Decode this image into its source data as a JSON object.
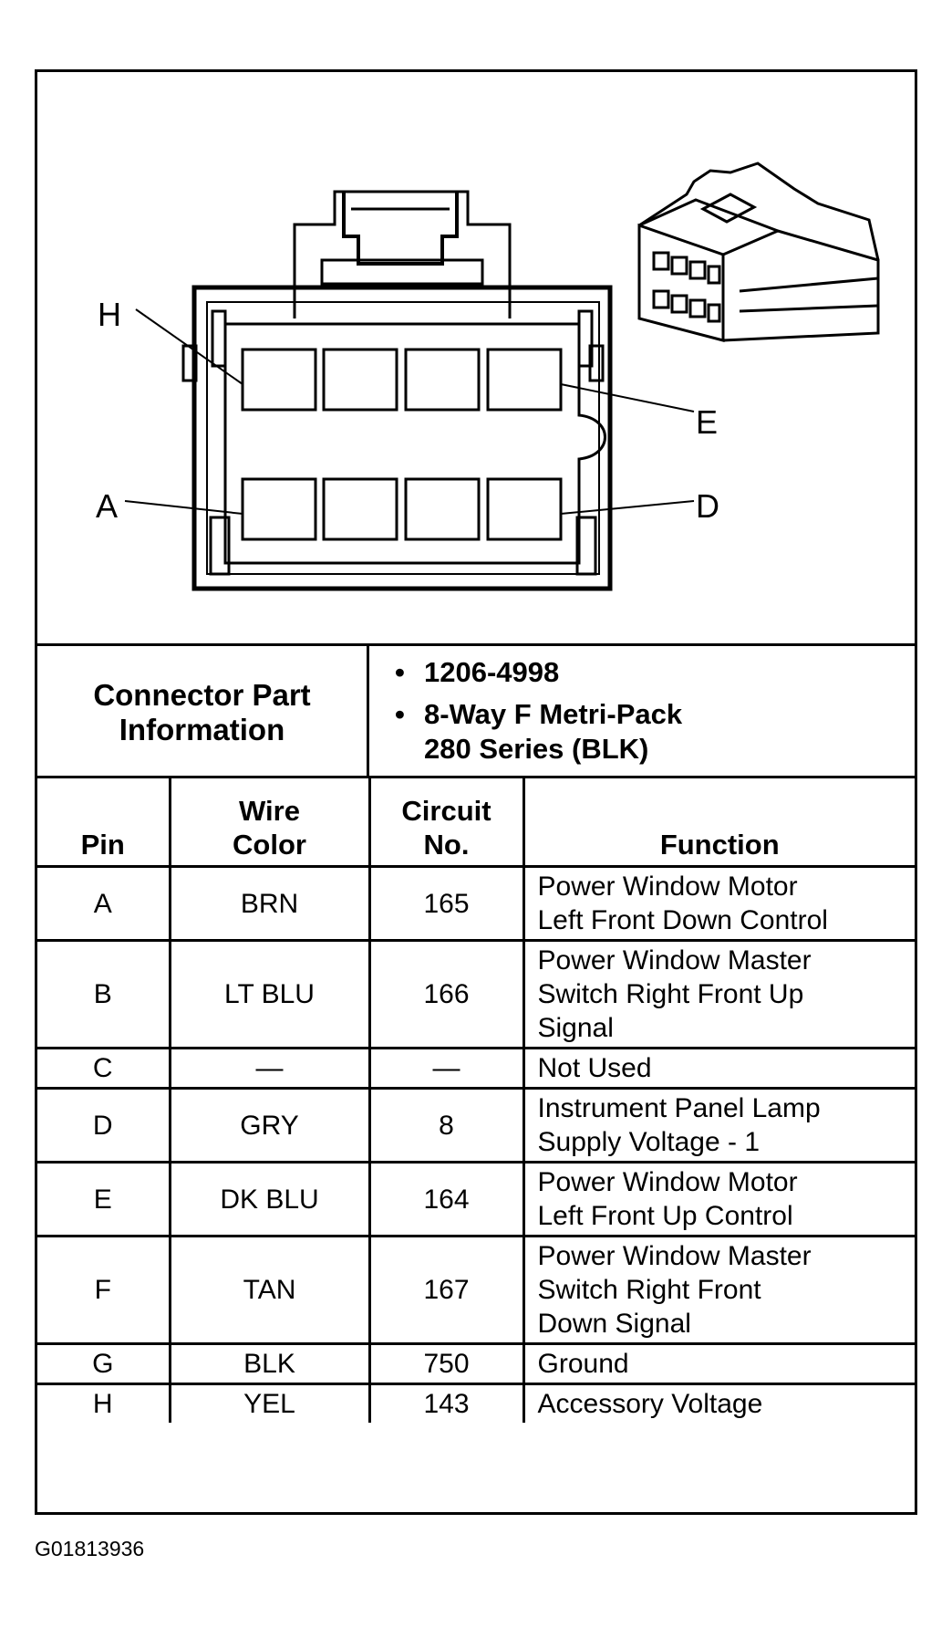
{
  "diagram": {
    "pin_labels": {
      "top_left": "H",
      "top_right": "E",
      "bottom_left": "A",
      "bottom_right": "D"
    }
  },
  "connector_info": {
    "label_line1": "Connector Part",
    "label_line2": "Information",
    "part_number": "1206-4998",
    "description_line1": "8-Way F Metri-Pack",
    "description_line2": "280 Series (BLK)"
  },
  "table": {
    "headers": {
      "pin": "Pin",
      "wire_color_1": "Wire",
      "wire_color_2": "Color",
      "circuit_1": "Circuit",
      "circuit_2": "No.",
      "function": "Function"
    },
    "rows": [
      {
        "pin": "A",
        "wire": "BRN",
        "circuit": "165",
        "function": [
          "Power Window Motor",
          "Left Front Down Control"
        ]
      },
      {
        "pin": "B",
        "wire": "LT BLU",
        "circuit": "166",
        "function": [
          "Power Window Master",
          "Switch Right Front Up",
          "Signal"
        ]
      },
      {
        "pin": "C",
        "wire": "—",
        "circuit": "—",
        "function": [
          "Not Used"
        ]
      },
      {
        "pin": "D",
        "wire": "GRY",
        "circuit": "8",
        "function": [
          "Instrument Panel Lamp",
          "Supply Voltage - 1"
        ]
      },
      {
        "pin": "E",
        "wire": "DK BLU",
        "circuit": "164",
        "function": [
          "Power Window Motor",
          "Left Front Up Control"
        ]
      },
      {
        "pin": "F",
        "wire": "TAN",
        "circuit": "167",
        "function": [
          "Power Window Master",
          "Switch Right Front",
          "Down Signal"
        ]
      },
      {
        "pin": "G",
        "wire": "BLK",
        "circuit": "750",
        "function": [
          "Ground"
        ]
      },
      {
        "pin": "H",
        "wire": "YEL",
        "circuit": "143",
        "function": [
          "Accessory Voltage"
        ]
      }
    ]
  },
  "figure_id": "G01813936"
}
